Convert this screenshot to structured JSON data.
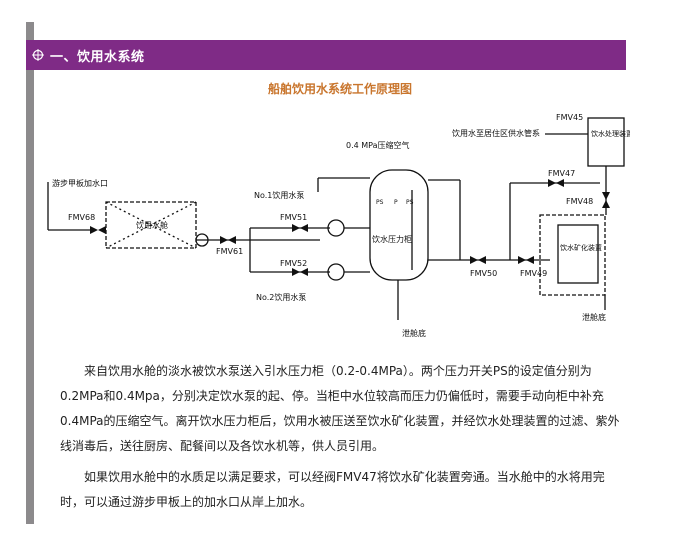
{
  "section": {
    "title": "一、饮用水系统",
    "icon": "target-bullet-icon"
  },
  "diagram": {
    "title": "船舶饮用水系统工作原理图",
    "labels": {
      "deck_inlet": "游步甲板加水口",
      "fmv68": "FMV68",
      "tank": "饮用水舱",
      "fmv61": "FMV61",
      "fmv51": "FMV51",
      "fmv52": "FMV52",
      "pump1": "No.1饮用水泵",
      "pump2": "No.2饮用水泵",
      "air": "0.4 MPa压缩空气",
      "pressure_tank": "饮水压力柜",
      "ps1": "PS",
      "ps2": "P",
      "ps3": "PS",
      "drain1": "泄舱底",
      "fmv50": "FMV50",
      "fmv49": "FMV49",
      "supply": "饮用水至居住区供水管系",
      "fmv45": "FMV45",
      "treatment": "饮水处理装置",
      "fmv47": "FMV47",
      "fmv48": "FMV48",
      "mineral": "饮水矿化装置",
      "drain2": "泄舱底"
    }
  },
  "paragraphs": [
    "来自饮用水舱的淡水被饮水泵送入引水压力柜（0.2-0.4MPa）。两个压力开关PS的设定值分别为0.2MPa和0.4Mpa，分别决定饮水泵的起、停。当柜中水位较高而压力仍偏低时，需要手动向柜中补充0.4MPa的压缩空气。离开饮水压力柜后，饮用水被压送至饮水矿化装置，并经饮水处理装置的过滤、紫外线消毒后，送往厨房、配餐间以及各饮水机等，供人员引用。",
    "如果饮用水舱中的水质足以满足要求，可以经阀FMV47将饮水矿化装置旁通。当水舱中的水将用完时，可以通过游步甲板上的加水口从岸上加水。"
  ]
}
